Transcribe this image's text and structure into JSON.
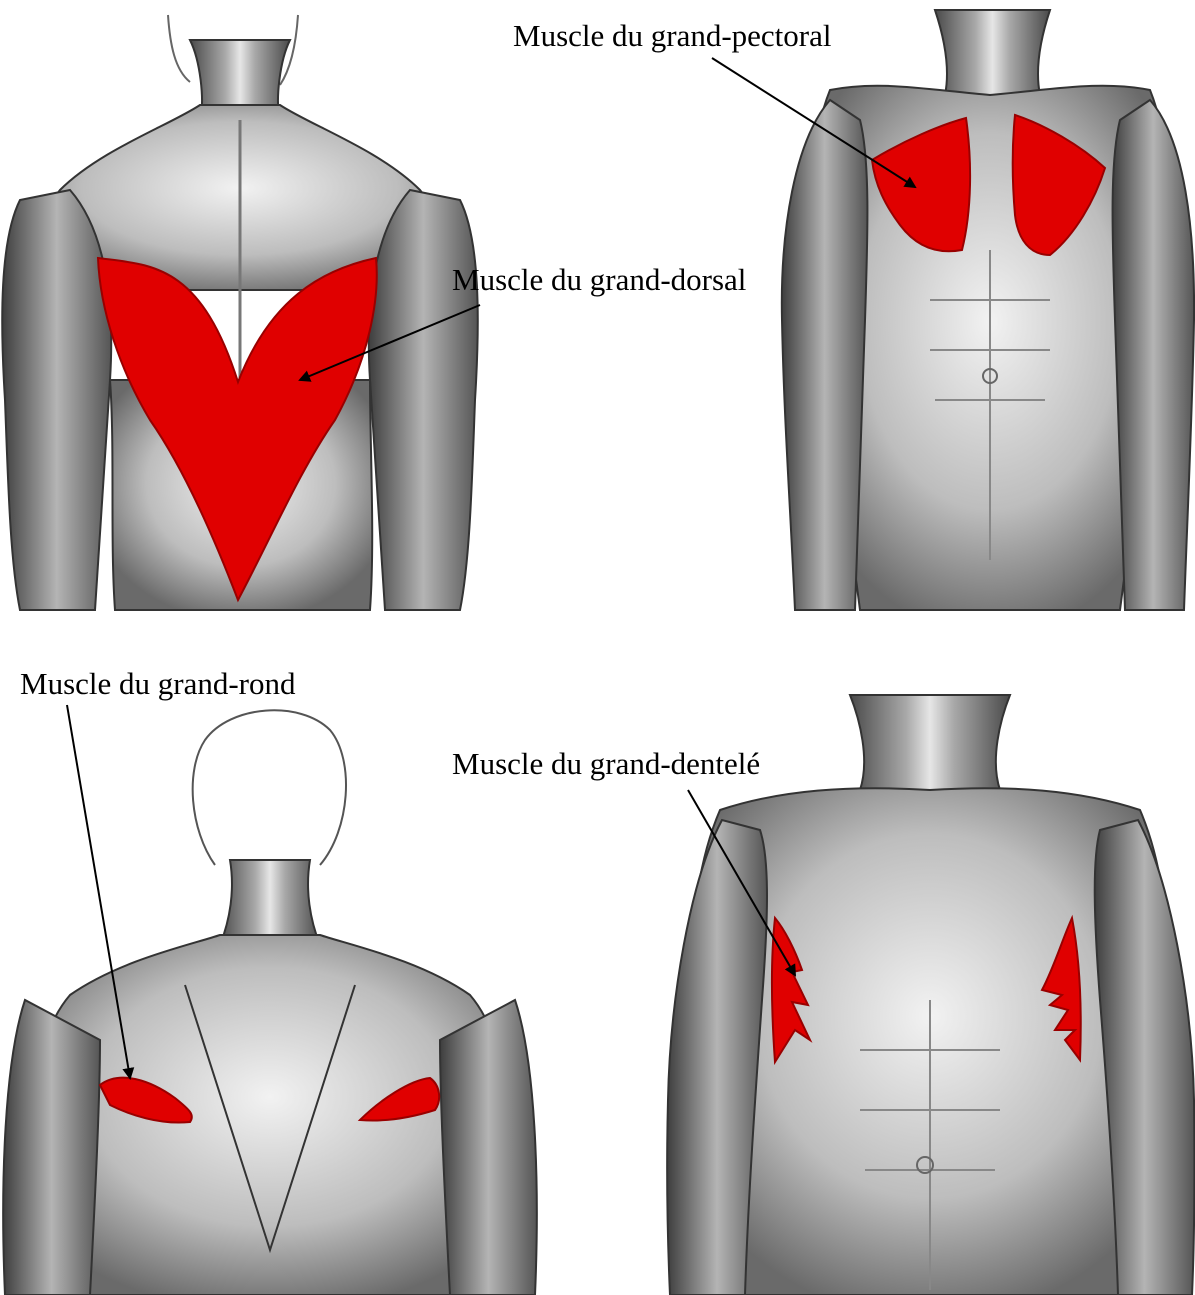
{
  "labels": {
    "grand_pectoral": "Muscle du grand-pectoral",
    "grand_dorsal": "Muscle du grand-dorsal",
    "grand_rond": "Muscle du grand-rond",
    "grand_dentele": "Muscle du grand-dentelé"
  },
  "colors": {
    "highlight": "#e00000",
    "muscle_dark": "#5a5a5a",
    "muscle_mid": "#9a9a9a",
    "muscle_light": "#d8d8d8",
    "outline": "#222222",
    "arrow": "#000000"
  }
}
